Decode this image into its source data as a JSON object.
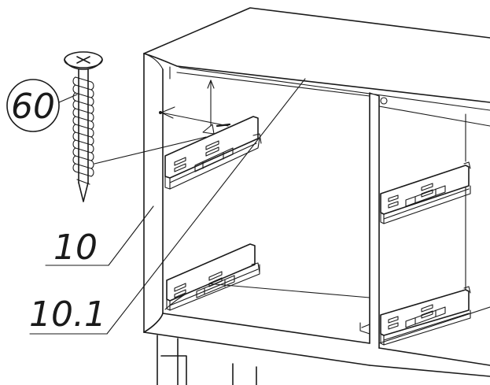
{
  "labels": {
    "screw_callout": "60",
    "side_panel": "10",
    "top_edge": "10.1"
  },
  "icons": {
    "screw": "screw-icon",
    "callout_circle": "circle-callout-icon"
  }
}
